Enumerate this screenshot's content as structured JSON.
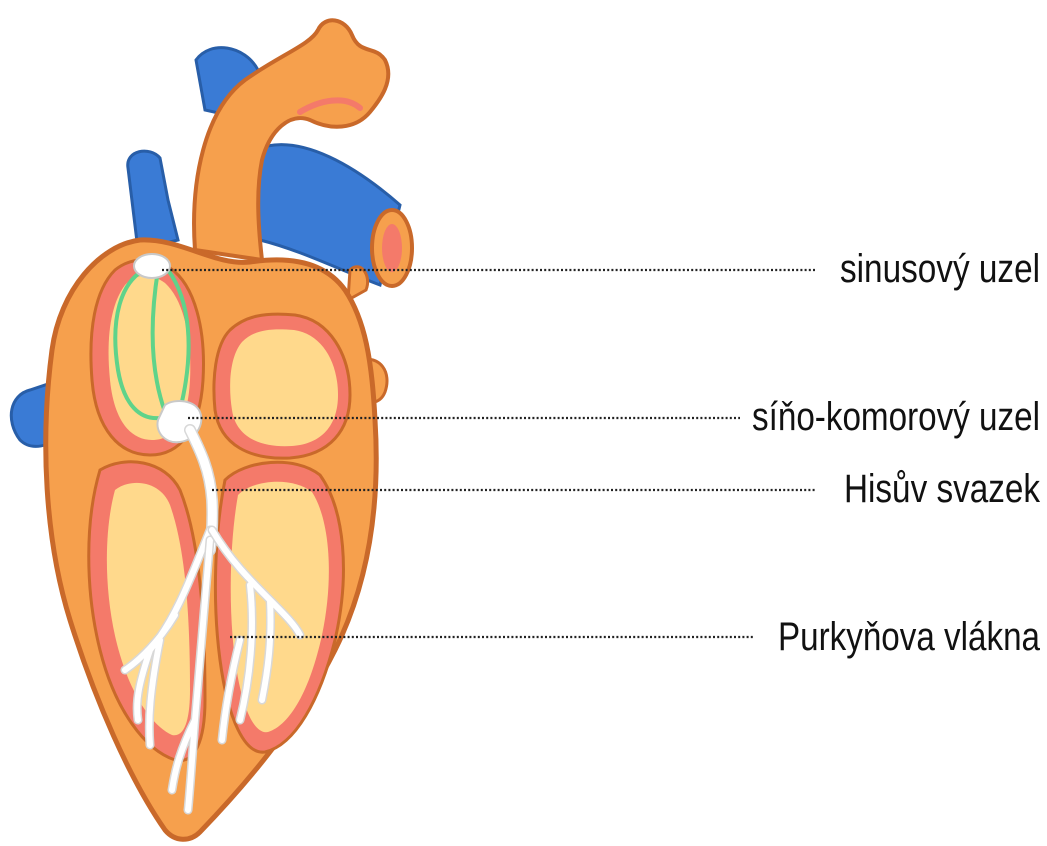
{
  "labels": {
    "sinoatrial": "sinusový uzel",
    "atrioventricular": "síňo-komorový uzel",
    "bundle_of_his": "Hisův svazek",
    "purkinje": "Purkyňova vlákna"
  },
  "colors": {
    "heart_outer": "#f6a04d",
    "heart_outline": "#c9692a",
    "chamber_red": "#f47a6a",
    "chamber_inner": "#ffd98c",
    "vessel_blue": "#3a7bd5",
    "vessel_blue_dark": "#285ea8",
    "conduction_white": "#ffffff",
    "sa_pathway_green": "#5fd38a"
  }
}
